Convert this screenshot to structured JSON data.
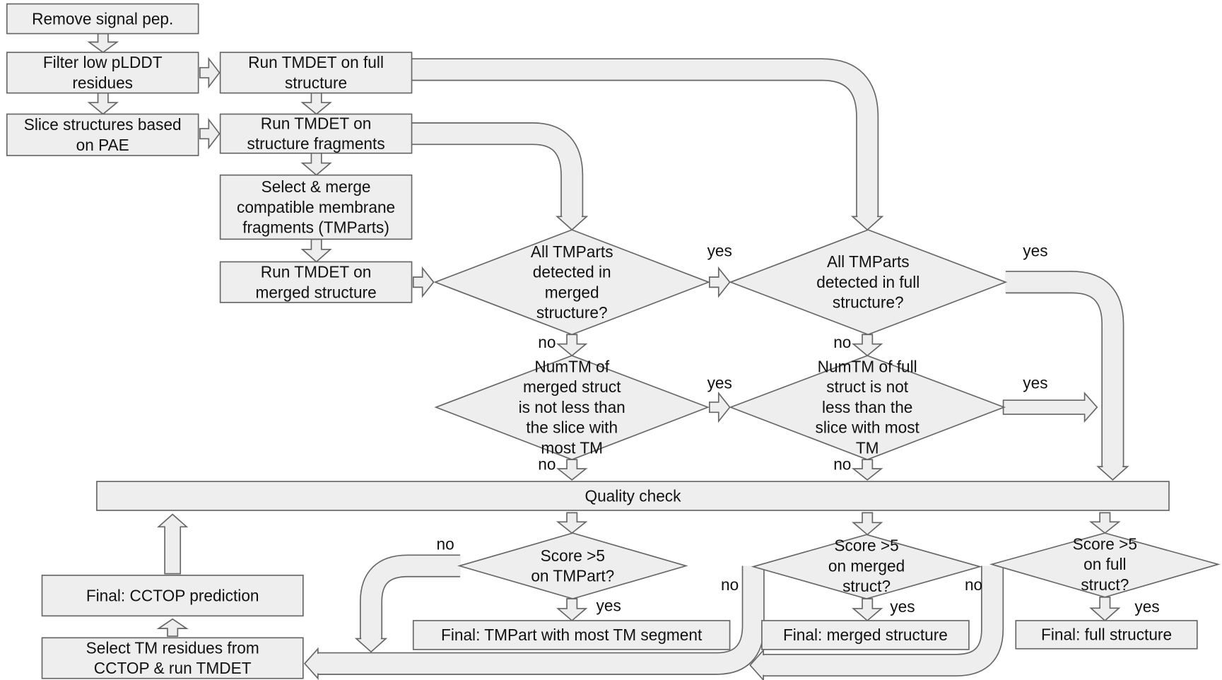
{
  "colors": {
    "fill": "#eeeeee",
    "stroke": "#666666",
    "text": "#111111"
  },
  "boxes": {
    "remove_signal": [
      "Remove signal pep."
    ],
    "filter_plddt": [
      "Filter low pLDDT",
      "residues"
    ],
    "slice_pae": [
      "Slice structures based",
      "on PAE"
    ],
    "tmdet_full": [
      "Run TMDET on full",
      "structure"
    ],
    "tmdet_fragments": [
      "Run TMDET on",
      "structure fragments"
    ],
    "select_merge": [
      "Select & merge",
      "compatible membrane",
      "fragments (TMParts)"
    ],
    "tmdet_merged": [
      "Run TMDET on",
      "merged structure"
    ],
    "quality_check": [
      "Quality check"
    ],
    "final_cctop": [
      "Final: CCTOP prediction"
    ],
    "select_tm_cctop": [
      "Select TM residues from",
      "CCTOP & run TMDET"
    ],
    "final_tmpart": [
      "Final: TMPart with most TM segment"
    ],
    "final_merged": [
      "Final: merged structure"
    ],
    "final_full": [
      "Final: full structure"
    ]
  },
  "decisions": {
    "all_merged": [
      "All TMParts",
      "detected in",
      "merged",
      "structure?"
    ],
    "all_full": [
      "All TMParts",
      "detected in full",
      "structure?"
    ],
    "numtm_merged": [
      "NumTM of",
      "merged struct",
      "is not less than",
      "the slice with",
      "most TM"
    ],
    "numtm_full": [
      "NumTM of full",
      "struct is not",
      "less than the",
      "slice with most",
      "TM"
    ],
    "score_tmpart": [
      "Score >5",
      "on TMPart?"
    ],
    "score_merged": [
      "Score >5",
      "on merged",
      "struct?"
    ],
    "score_full": [
      "Score >5",
      "on full",
      "struct?"
    ]
  },
  "labels": {
    "yes": "yes",
    "no": "no"
  }
}
